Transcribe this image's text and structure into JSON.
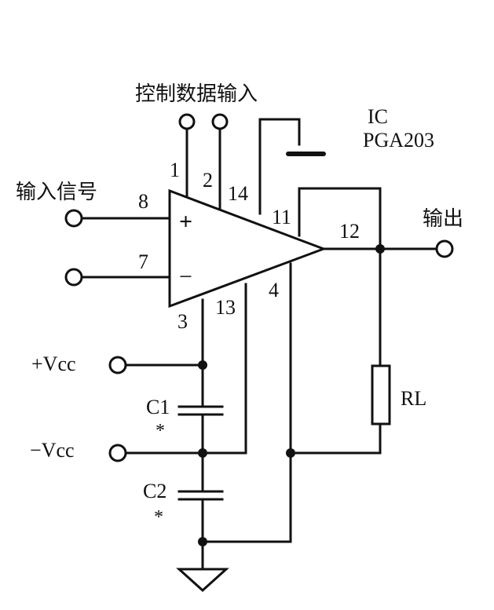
{
  "labels": {
    "control_input": "控制数据输入",
    "ic": "IC",
    "part": "PGA203",
    "input_signal": "输入信号",
    "output": "输出",
    "pos_supply": "+Vcc",
    "neg_supply": "−Vcc",
    "c1": "C1",
    "c2": "C2",
    "c1_star": "*",
    "c2_star": "*",
    "rl": "RL",
    "plus_sign": "+",
    "minus_sign": "−"
  },
  "pins": {
    "p1": "1",
    "p2": "2",
    "p3": "3",
    "p4": "4",
    "p7": "7",
    "p8": "8",
    "p11": "11",
    "p12": "12",
    "p13": "13",
    "p14": "14"
  }
}
